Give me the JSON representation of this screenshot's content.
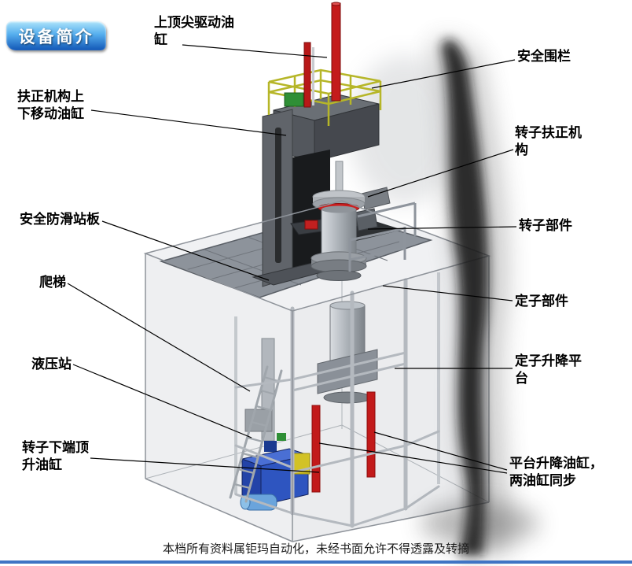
{
  "badge": {
    "label": "设备简介"
  },
  "labels": {
    "top_drive_cylinder": "上顶尖驱动油缸",
    "safety_fence": "安全围栏",
    "centering_up_down_cylinder": "扶正机构上下移动油缸",
    "rotor_centering_mechanism": "转子扶正机构",
    "anti_slip_board": "安全防滑站板",
    "rotor_component": "转子部件",
    "ladder": "爬梯",
    "stator_component": "定子部件",
    "hydraulic_station": "液压站",
    "stator_lifting_platform": "定子升降平台",
    "rotor_bottom_jack_cylinder": "转子下端顶升油缸",
    "platform_lifting_cylinders": "平台升降油缸，两油缸同步"
  },
  "footer": {
    "text": "本档所有资料属钜玛自动化，未经书面允许不得透露及转摘"
  },
  "colors": {
    "cylinder_red": "#c41c1c",
    "railing_yellow": "#b6b628",
    "hydraulic_blue": "#2e55c0",
    "accent_green": "#2f8f36",
    "frame_gray": "#9aa0a8",
    "badge_blue_top": "#aee4fa",
    "badge_blue_bottom": "#1156b6",
    "bottom_line_blue": "#3f74c4"
  }
}
